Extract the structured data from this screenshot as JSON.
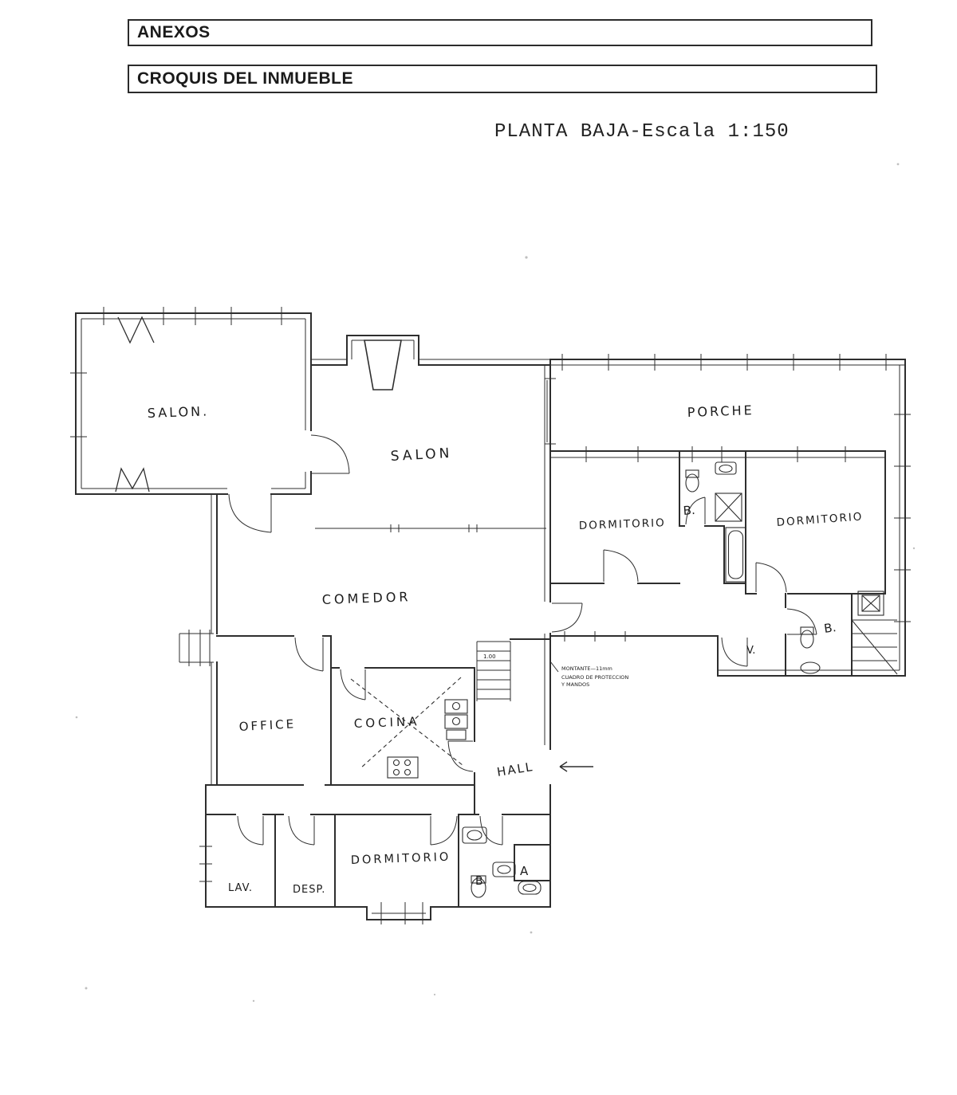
{
  "page": {
    "header_anexos": "ANEXOS",
    "header_croquis": "CROQUIS DEL INMUEBLE",
    "plan_title": "PLANTA BAJA-Escala 1:150"
  },
  "colors": {
    "ink": "#2e2e2e",
    "paper": "#ffffff"
  },
  "rooms": {
    "salon_left": "SALON.",
    "salon_center": "SALON",
    "porche": "PORCHE",
    "dormitorio_right_1": "DORMITORIO",
    "bath_right_1": "B.",
    "dormitorio_right_2": "DORMITORIO",
    "bath_right_2": "B.",
    "vestibulo": "V.",
    "comedor": "COMEDOR",
    "office": "OFFICE",
    "cocina": "COCINA",
    "hall": "HALL",
    "dormitorio_bottom": "DORMITORIO",
    "lavadero": "LAV.",
    "despensa": "DESP.",
    "bath_bottom": "B",
    "armario": "A"
  },
  "annotations": {
    "montante": "MONTANTE—11mm",
    "cuadro_line1": "CUADRO DE PROTECCION",
    "cuadro_line2": "Y MANDOS",
    "stair_dimension": "1.00"
  }
}
